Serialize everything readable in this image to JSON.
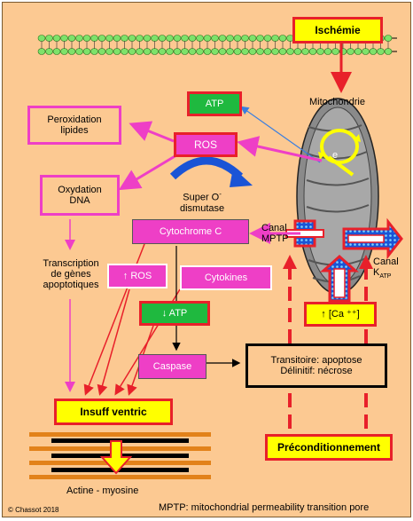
{
  "boxes": {
    "ischemie": "Ischémie",
    "atp": "ATP",
    "ros": "ROS",
    "peroxidation_line1": "Peroxidation",
    "peroxidation_line2": "lipides",
    "oxydation_line1": "Oxydation",
    "oxydation_line2": "DNA",
    "cytochrome": "Cytochrome C",
    "ros_up": "↑ ROS",
    "cytokines": "Cytokines",
    "atp_down": "↓ ATP",
    "caspase": "Caspase",
    "outcome_line1": "Transitoire: apoptose",
    "outcome_line2": "Délinitif: nécrose",
    "insuff": "Insuff ventric",
    "ca": "↑ [Ca ⁺⁺]",
    "preconditionnement": "Préconditionnement"
  },
  "labels": {
    "mitochondrie": "Mitochondrie",
    "e": "e",
    "super_oxide_line1": "Super O",
    "super_oxide_sup": "-",
    "super_oxide_line2": "dismutase",
    "canal_mptp_line1": "Canal",
    "canal_mptp_line2": "MPTP",
    "canal_katp_line1": "Canal",
    "canal_katp_line2": "K",
    "canal_katp_sub": "ATP",
    "transcription_line1": "Transcription",
    "transcription_line2": "de gènes",
    "transcription_line3": "apoptotiques",
    "actine": "Actine - myosine",
    "copyright": "© Chassot  2018",
    "footnote": "MPTP: mitochondrial permeability transition pore"
  },
  "colors": {
    "background": "#fcc992",
    "pink": "#ee3fc6",
    "red": "#e8202a",
    "yellow": "#ffff00",
    "green": "#1fb93f",
    "blue": "#1a54d6",
    "cyan": "#3fa7f0"
  }
}
